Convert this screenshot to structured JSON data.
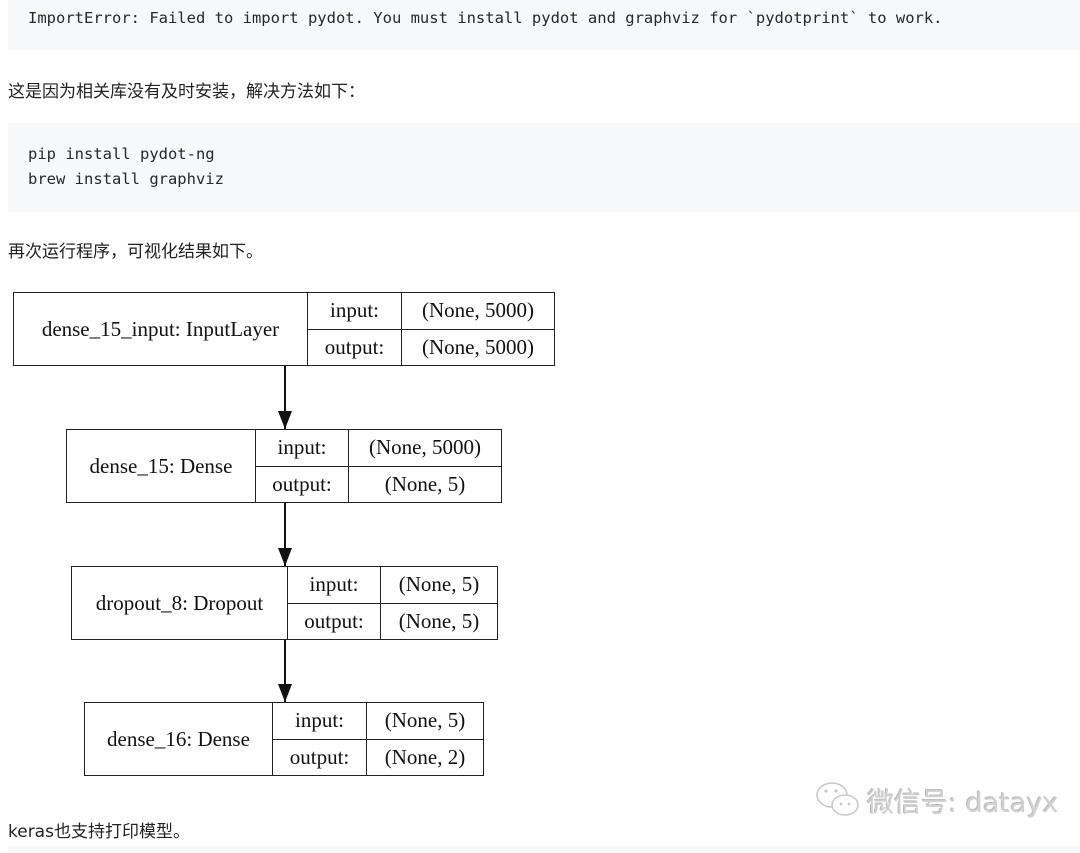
{
  "blocks": {
    "error_code": "ImportError: Failed to import pydot. You must install pydot and graphviz for `pydotprint` to work.",
    "para1": "这是因为相关库没有及时安装，解决方法如下：",
    "install_code": [
      "pip install pydot-ng",
      "brew install graphviz"
    ],
    "para2": "再次运行程序，可视化结果如下。",
    "para3": "keras也支持打印模型。"
  },
  "diagram": {
    "nodes": [
      {
        "label": "dense_15_input: InputLayer",
        "in_key": "input:",
        "out_key": "output:",
        "in": "(None, 5000)",
        "out": "(None, 5000)"
      },
      {
        "label": "dense_15: Dense",
        "in_key": "input:",
        "out_key": "output:",
        "in": "(None, 5000)",
        "out": "(None, 5)"
      },
      {
        "label": "dropout_8: Dropout",
        "in_key": "input:",
        "out_key": "output:",
        "in": "(None, 5)",
        "out": "(None, 5)"
      },
      {
        "label": "dense_16: Dense",
        "in_key": "input:",
        "out_key": "output:",
        "in": "(None, 5)",
        "out": "(None, 2)"
      }
    ]
  },
  "watermark": {
    "text": "微信号: datayx",
    "icon": "wechat-icon"
  },
  "colors": {
    "code_bg": "#f6f8fa"
  }
}
